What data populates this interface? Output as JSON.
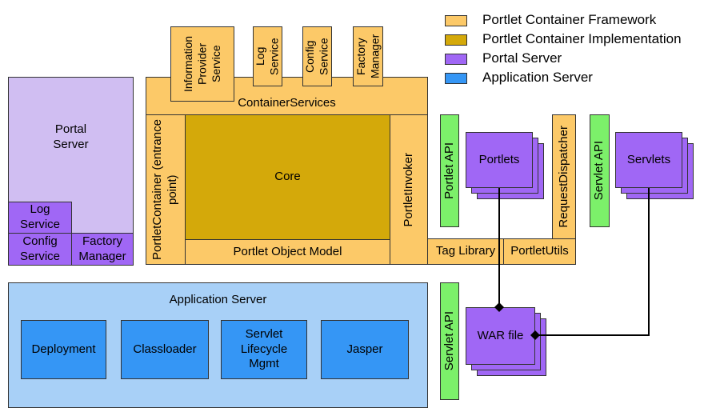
{
  "legend": [
    {
      "label": "Portlet Container Framework",
      "color": "#fcc968"
    },
    {
      "label": "Portlet Container Implementation",
      "color": "#d4a90a"
    },
    {
      "label": "Portal Server",
      "color": "#a067f5"
    },
    {
      "label": "Application Server",
      "color": "#3596f5"
    }
  ],
  "portal_server": {
    "title": "Portal Server",
    "log_service": "Log Service",
    "config_service": "Config Service",
    "factory_manager": "Factory Manager"
  },
  "services": {
    "information_provider": "Information Provider Service",
    "log": "Log Service",
    "config": "Config Service",
    "factory": "Factory Manager",
    "container_services": "ContainerServices"
  },
  "container": {
    "portlet_container": "PortletContainer (entrance point)",
    "core": "Core",
    "object_model": "Portlet Object Model",
    "portlet_invoker": "PortletInvoker"
  },
  "right": {
    "portlet_api": "Portlet API",
    "portlets": "Portlets",
    "request_dispatcher": "RequestDispatcher",
    "servlet_api_top": "Servlet API",
    "servlets": "Servlets",
    "tag_library": "Tag Library",
    "portlet_utils": "PortletUtils",
    "servlet_api_bottom": "Servlet API",
    "war_file": "WAR file"
  },
  "app_server": {
    "title": "Application Server",
    "deployment": "Deployment",
    "classloader": "Classloader",
    "servlet_lifecycle": "Servlet Lifecycle Mgmt",
    "jasper": "Jasper"
  }
}
